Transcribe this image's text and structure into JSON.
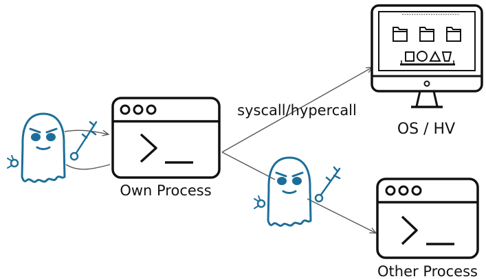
{
  "labels": {
    "own_process": "Own Process",
    "other_process": "Other Process",
    "os_hv": "OS / HV",
    "syscall": "syscall/hypercall"
  },
  "icons": [
    "ghost-icon",
    "branch-wand-icon",
    "terminal-window-icon",
    "monitor-icon",
    "folder-icon",
    "shapes-icon"
  ],
  "colors": {
    "ghost": "#1c6e99",
    "line": "#111111",
    "arrow": "#555555"
  }
}
